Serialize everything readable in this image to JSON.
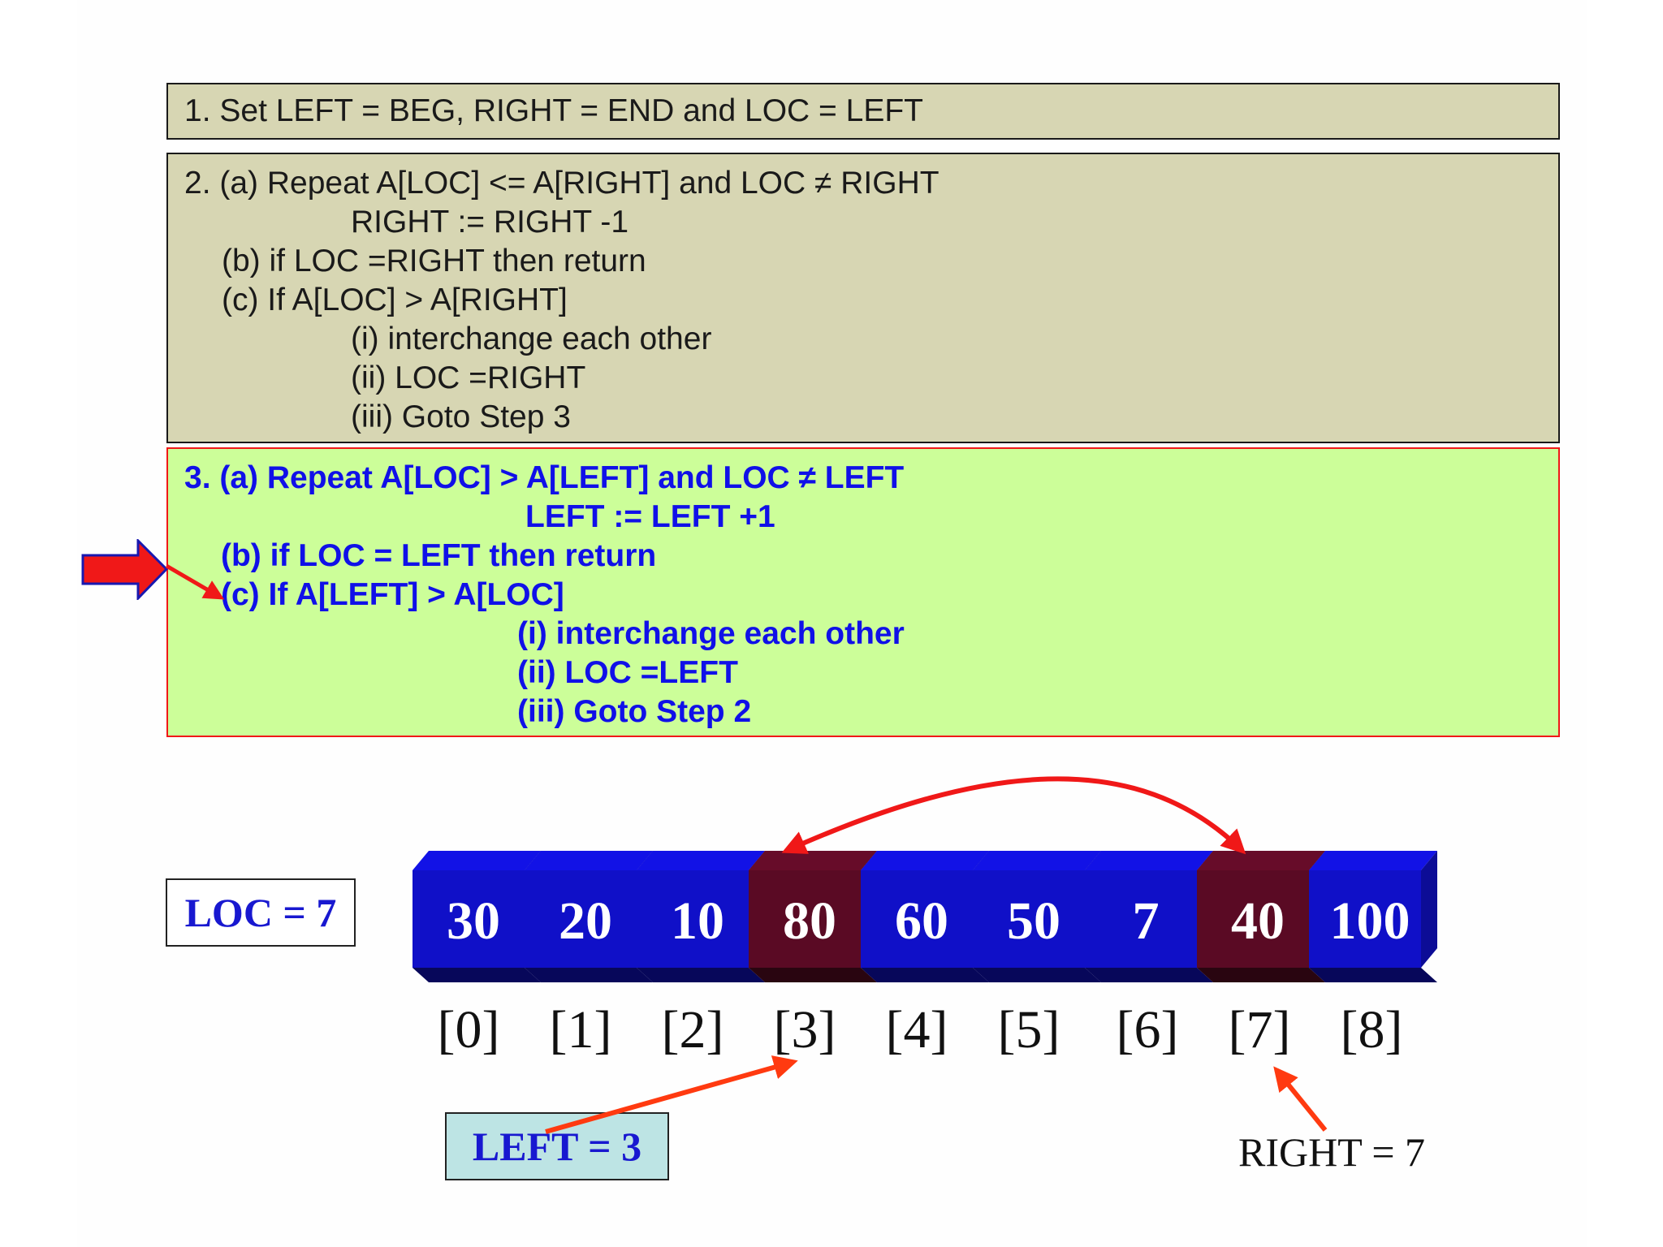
{
  "step1": {
    "line": "1. Set LEFT = BEG, RIGHT = END and LOC = LEFT"
  },
  "step2": {
    "lines": [
      "2. (a) Repeat A[LOC] <= A[RIGHT] and LOC ≠ RIGHT",
      "RIGHT := RIGHT -1",
      "(b) if LOC =RIGHT then return",
      "(c) If A[LOC] > A[RIGHT]",
      "(i) interchange each other",
      "(ii) LOC =RIGHT",
      "(iii) Goto Step 3"
    ]
  },
  "step3": {
    "lines": [
      "3. (a) Repeat A[LOC] > A[LEFT] and LOC ≠ LEFT",
      "LEFT := LEFT +1",
      "(b) if LOC = LEFT then return",
      "(c) If A[LEFT] > A[LOC]",
      "(i) interchange each other",
      "(ii) LOC =LEFT",
      "(iii) Goto Step 2"
    ]
  },
  "array": {
    "values": [
      "30",
      "20",
      "10",
      "80",
      "60",
      "50",
      "7",
      "40",
      "100"
    ],
    "indices": [
      "[0]",
      "[1]",
      "[2]",
      "[3]",
      "[4]",
      "[5]",
      "[6]",
      "[7]",
      "[8]"
    ],
    "highlighted": [
      3,
      7
    ],
    "colors": {
      "normal": "#1010c8",
      "highlight": "#5a0a24"
    }
  },
  "loc_label": "LOC = 7",
  "left_label": "LEFT = 3",
  "right_label": "RIGHT = 7",
  "colors": {
    "step_bg": "#d7d6b3",
    "active_step_bg": "#ccfe99",
    "active_text": "#1010e8",
    "arrow": "#f01818"
  }
}
